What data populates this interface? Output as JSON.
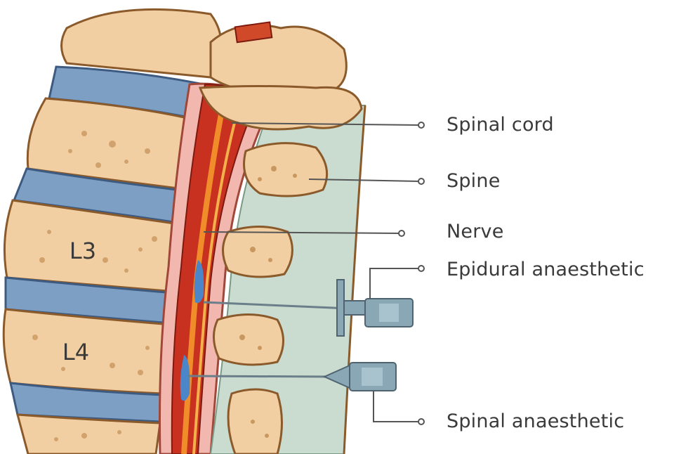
{
  "labels": {
    "spinal_cord": "Spinal cord",
    "spine": "Spine",
    "nerve": "Nerve",
    "epidural": "Epidural anaesthetic",
    "spinal_anaesthetic": "Spinal anaesthetic"
  },
  "vertebra_labels": {
    "l3": "L3",
    "l4": "L4"
  },
  "colors": {
    "bone": "#f2cfa2",
    "bone_shadow": "#d9a86f",
    "disc": "#7e9fc4",
    "cord_red": "#c8301f",
    "cord_orange": "#f08c2a",
    "membrane_pink": "#f2b8b0",
    "csf_green": "#c9dccf",
    "needle": "#8aa7b6",
    "leader_line": "#555555"
  }
}
